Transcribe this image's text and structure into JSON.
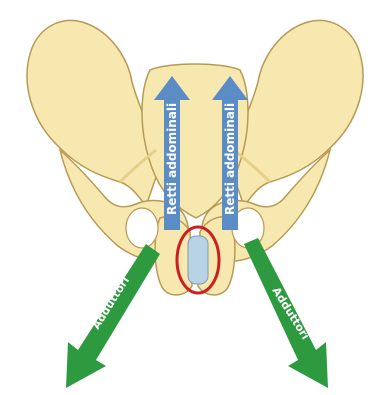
{
  "labels": {
    "rectus_left": "Retti addominali",
    "rectus_right": "Retti addominali",
    "adductor_left": "Adduttori",
    "adductor_right": "Adduttori"
  },
  "colors": {
    "bone_fill": "#f7e8b0",
    "bone_outline": "#b89a55",
    "bone_shadow": "#e6cf86",
    "rectus_arrow": "#5b8cc6",
    "adductor_arrow": "#2e9a40",
    "symphysis_disc": "#b8d2e6",
    "highlight_ring": "#cc1f1f"
  }
}
